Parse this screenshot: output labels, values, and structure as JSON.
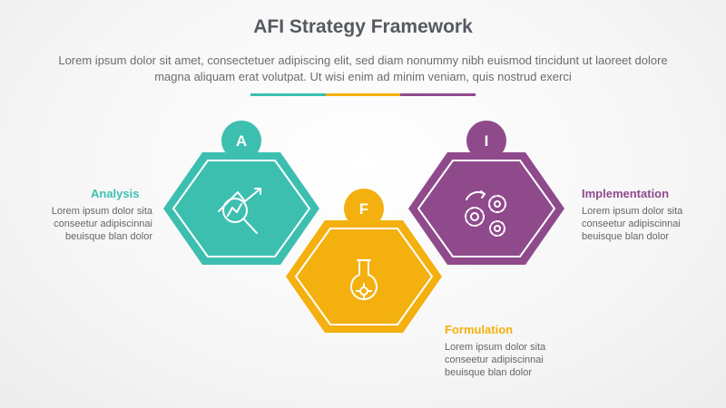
{
  "title": "AFI Strategy Framework",
  "subtitle": "Lorem ipsum dolor sit amet, consectetuer adipiscing elit, sed diam nonummy nibh euismod tincidunt ut laoreet dolore magna aliquam erat volutpat. Ut wisi enim ad minim veniam, quis nostrud exerci",
  "colors": {
    "teal": "#3dbfb0",
    "orange": "#f4b00f",
    "purple": "#8f4a8c",
    "title": "#555a60",
    "text": "#666666"
  },
  "steps": [
    {
      "letter": "A",
      "title": "Analysis",
      "description": [
        "Lorem ipsum dolor sita",
        "conseetur adipiscinnai",
        "beuisque blan dolor"
      ],
      "icon": "magnifier-chart-icon"
    },
    {
      "letter": "F",
      "title": "Formulation",
      "description": [
        "Lorem ipsum dolor sita",
        "conseetur adipiscinnai",
        "beuisque blan dolor"
      ],
      "icon": "flask-icon"
    },
    {
      "letter": "I",
      "title": "Implementation",
      "description": [
        "Lorem ipsum dolor sita",
        "conseetur adipiscinnai",
        "beuisque blan dolor"
      ],
      "icon": "gears-icon"
    }
  ]
}
